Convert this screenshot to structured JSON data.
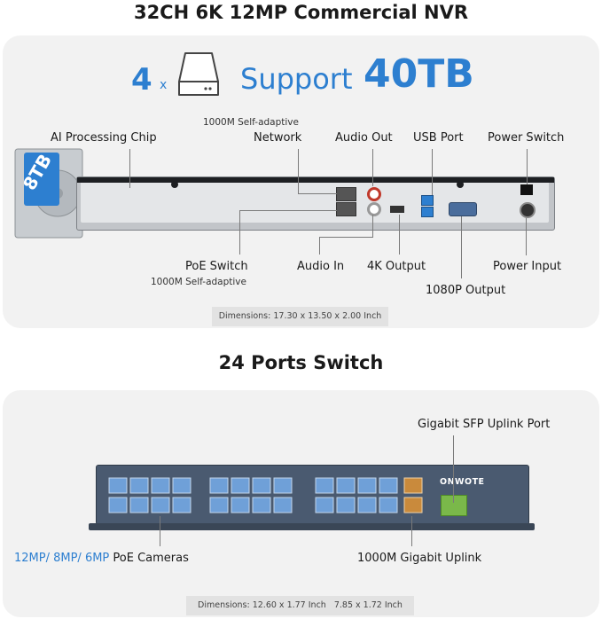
{
  "nvr": {
    "title": "32CH 6K 12MP Commercial NVR",
    "count": "4",
    "multiplier": "x",
    "support_text": "Support",
    "capacity": "40TB",
    "drive_label": "8TB",
    "labels": {
      "ai_chip": "AI Processing Chip",
      "network_sub": "1000M Self-adaptive",
      "network": "Network",
      "audio_out": "Audio Out",
      "usb_port": "USB Port",
      "power_switch": "Power Switch",
      "poe_switch": "PoE Switch",
      "poe_sub": "1000M Self-adaptive",
      "audio_in": "Audio In",
      "output_4k": "4K Output",
      "power_input": "Power Input",
      "output_1080p": "1080P Output"
    },
    "dimensions": "Dimensions: 17.30 x 13.50 x 2.00 Inch"
  },
  "switch": {
    "title": "24 Ports Switch",
    "brand": "ONWOTE",
    "labels": {
      "sfp": "Gigabit SFP Uplink Port",
      "cameras_highlight": "12MP/ 8MP/ 6MP",
      "cameras_rest": " PoE Cameras",
      "uplink": "1000M Gigabit Uplink"
    },
    "dimensions": "Dimensions: 12.60 x 1.77 Inch   7.85 x 1.72 Inch"
  },
  "colors": {
    "accent_blue": "#2d7fd0",
    "panel_bg": "#f2f2f2",
    "switch_body": "#4a5a70",
    "uplink_orange": "#c98a3c",
    "sfp_green": "#7ab84a"
  }
}
